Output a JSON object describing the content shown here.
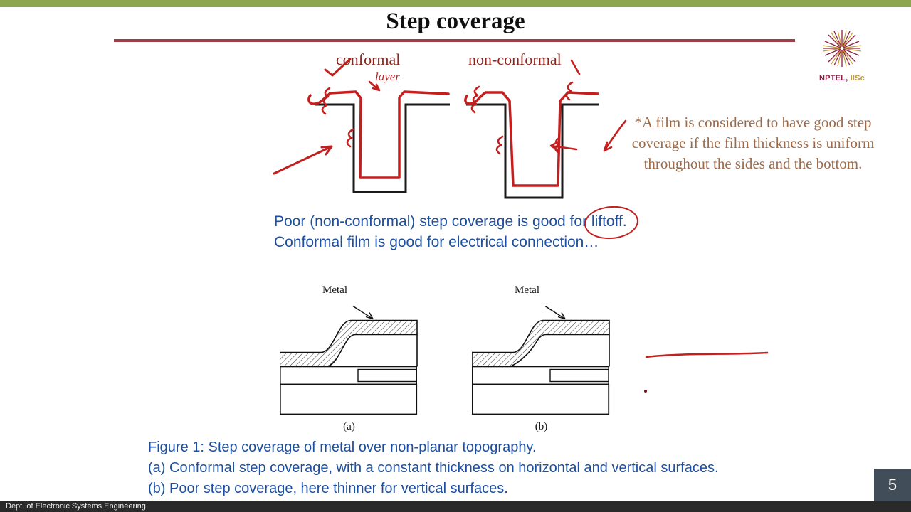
{
  "slide": {
    "title": "Step coverage",
    "page_number": "5",
    "footer_text": "Dept. of Electronic Systems Engineering",
    "logo": {
      "part1": "NPTEL,",
      "part2": " IISc"
    }
  },
  "hand_diagram": {
    "label_conformal": "conformal",
    "label_nonconformal": "non-conformal",
    "annotation_layer": "layer"
  },
  "notes": {
    "film_note": "*A film is considered to have good step coverage if the film thickness is uniform throughout the sides and the bottom.",
    "liftoff_before": "Poor (non-conformal) step coverage is good for ",
    "liftoff_word": "liftoff.",
    "electrical_line": "Conformal film is good for electrical connection…"
  },
  "figure": {
    "metal_label": "Metal",
    "sub_a_label": "(a)",
    "sub_b_label": "(b)",
    "caption": {
      "line1": "Figure 1: Step coverage of metal over non-planar topography.",
      "line2": "(a)  Conformal step coverage, with a constant thickness on horizontal and vertical surfaces.",
      "line3": "(b)  Poor step coverage, here thinner for vertical surfaces."
    }
  },
  "colors": {
    "top_bar_green": "#8da750",
    "underline_maroon": "#9e3e47",
    "annotation_red": "#c41f1f",
    "label_dark_red": "#8f241b",
    "note_brown": "#9b6a4b",
    "text_blue": "#1d4fa1",
    "footer_bg": "#2a2a2a",
    "page_box_bg": "#414e59",
    "logo_maroon": "#8c1d40",
    "logo_gold": "#c49a3a"
  }
}
